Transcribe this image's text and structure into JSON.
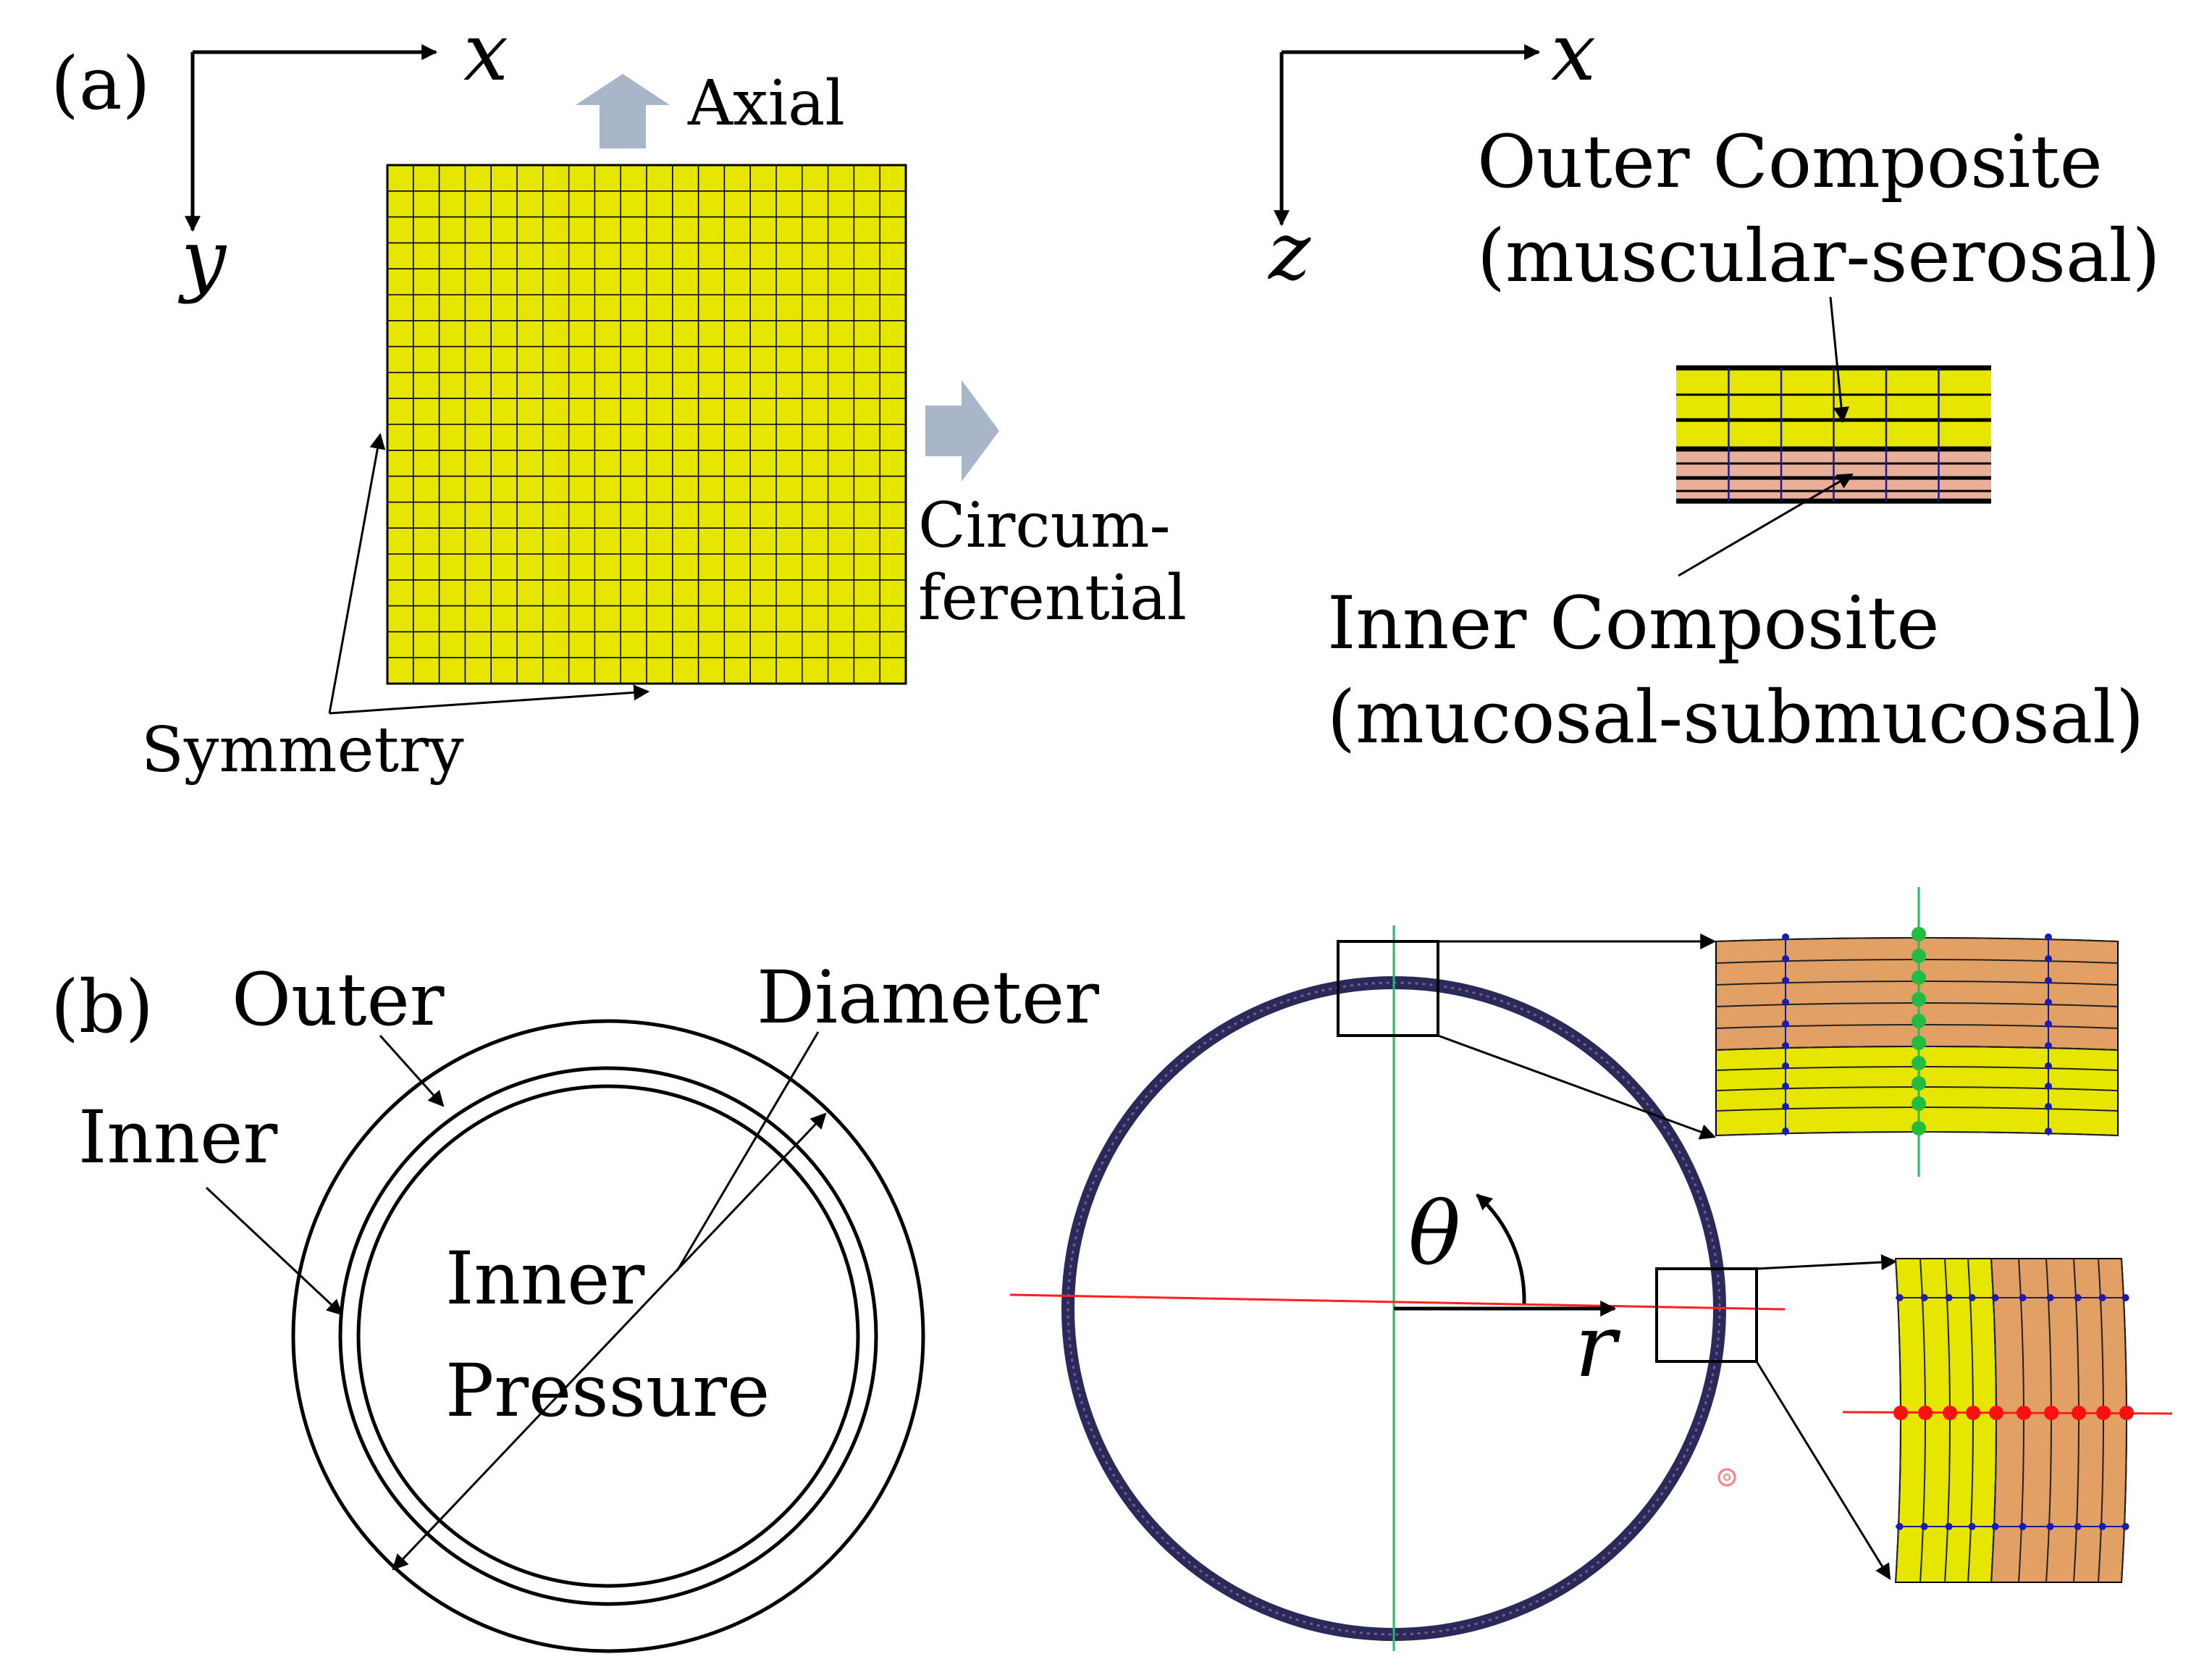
{
  "panel_a": {
    "tag": "(a)",
    "axes_left": {
      "x": "x",
      "y": "y"
    },
    "axes_right": {
      "x": "x",
      "z": "z"
    },
    "axial_label": "Axial",
    "circ_label_1": "Circum-",
    "circ_label_2": "ferential",
    "symmetry_label": "Symmetry",
    "outer_composite": "Outer Composite",
    "outer_composite_sub": "(muscular-serosal)",
    "inner_composite": "Inner Composite",
    "inner_composite_sub": "(mucosal-submucosal)"
  },
  "panel_b": {
    "tag": "(b)",
    "outer_label": "Outer",
    "inner_label": "Inner",
    "diameter_label": "Diameter",
    "pressure_label_1": "Inner",
    "pressure_label_2": "Pressure",
    "theta_label": "θ",
    "r_label": "r"
  },
  "colors": {
    "mesh_yellow": "#e6e600",
    "mesh_orange": "#e3a065",
    "mesh_pink": "#e8b09a",
    "arrow_gray": "#a9b6c9",
    "node_blue": "#1a1ab4",
    "node_green": "#22bb44",
    "node_red": "#ff1010",
    "ring": "#2a2a5a"
  }
}
